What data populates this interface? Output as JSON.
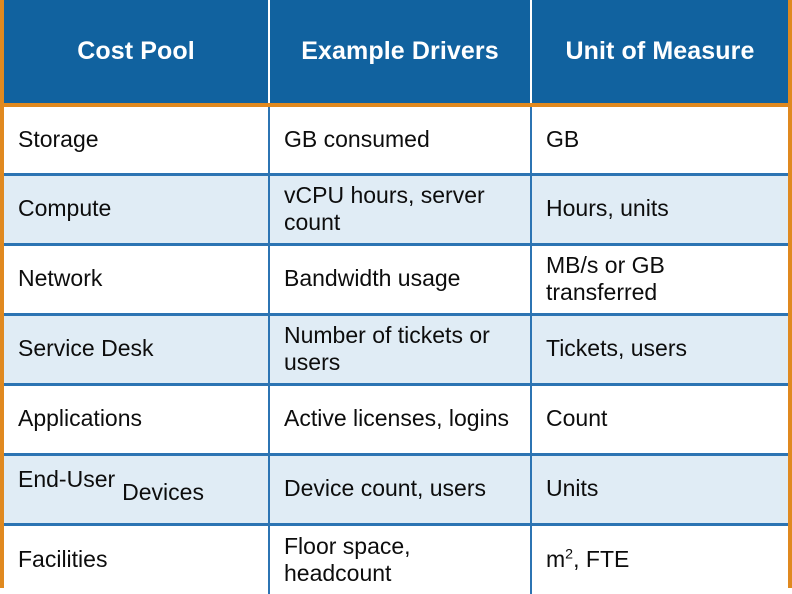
{
  "table": {
    "title": "Cost Pool / Example Drivers / Unit of Measure",
    "colors": {
      "header_background": "#11629f",
      "header_text": "#ffffff",
      "accent_border": "#e0891f",
      "row_divider": "#2c74b3",
      "alt_row_background": "#e0ecf5",
      "body_text": "#0d0d0d"
    },
    "headers": [
      {
        "label": "Cost Pool"
      },
      {
        "label": "Example Drivers"
      },
      {
        "label": "Unit of Measure"
      }
    ],
    "rows": [
      {
        "cost_pool": "Storage",
        "example_drivers": "GB consumed",
        "unit_of_measure": "GB"
      },
      {
        "cost_pool": "Compute",
        "example_drivers": "vCPU hours, server count",
        "unit_of_measure": "Hours, units"
      },
      {
        "cost_pool": "Network",
        "example_drivers": "Bandwidth usage",
        "unit_of_measure": "MB/s or GB transferred"
      },
      {
        "cost_pool": "Service Desk",
        "example_drivers": "Number of tickets or users",
        "unit_of_measure": "Tickets, users"
      },
      {
        "cost_pool": "Applications",
        "example_drivers": "Active licenses, logins",
        "unit_of_measure": "Count"
      },
      {
        "cost_pool": "End-User Devices",
        "cost_pool_part_a": "End-User",
        "cost_pool_part_b": "Devices",
        "example_drivers": "Device count, users",
        "unit_of_measure": "Units"
      },
      {
        "cost_pool": "Facilities",
        "example_drivers": "Floor space, headcount",
        "unit_of_measure_prefix": "m",
        "unit_of_measure_sup": "2",
        "unit_of_measure_suffix": ", FTE",
        "unit_of_measure": "m², FTE"
      }
    ]
  }
}
